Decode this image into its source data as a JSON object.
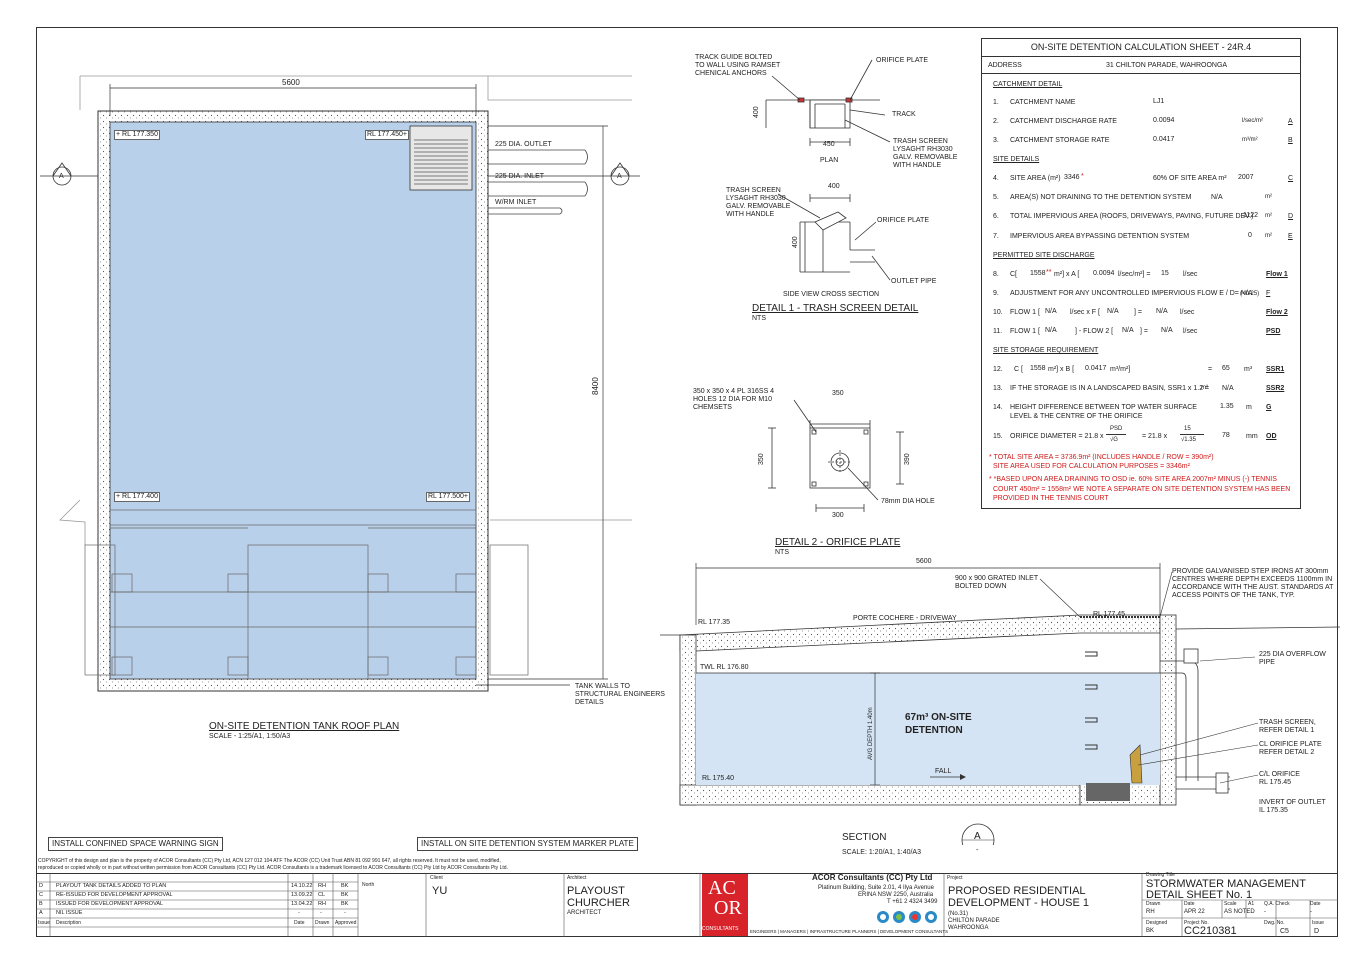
{
  "calc": {
    "title": "ON-SITE DETENTION CALCULATION SHEET - 24R.4",
    "address_label": "ADDRESS",
    "address": "31 CHILTON PARADE, WAHROONGA",
    "catchment_head": "CATCHMENT DETAIL",
    "c1": "1.",
    "c1_label": "CATCHMENT NAME",
    "c1_val": "LJ1",
    "c2": "2.",
    "c2_label": "CATCHMENT DISCHARGE RATE",
    "c2_val": "0.0094",
    "c2_unit": "l/sec/m²",
    "c2_ref": "A",
    "c3": "3.",
    "c3_label": "CATCHMENT STORAGE RATE",
    "c3_val": "0.0417",
    "c3_unit": "m³/m²",
    "c3_ref": "B",
    "site_head": "SITE DETAILS",
    "s4": "4.",
    "s4_label": "SITE AREA (m²)",
    "s4_val": "3346",
    "s4_star": "*",
    "s4_pct": "60% OF SITE AREA m²",
    "s4_val2": "2007",
    "s4_ref": "C",
    "s5": "5.",
    "s5_label": "AREA(S) NOT DRAINING TO THE DETENTION SYSTEM",
    "s5_val": "N/A",
    "s5_unit": "m²",
    "s6": "6.",
    "s6_label": "TOTAL IMPERVIOUS AREA (ROOFS, DRIVEWAYS, PAVING, FUTURE DEV.)",
    "s6_val": "1122",
    "s6_unit": "m²",
    "s6_ref": "D",
    "s7": "7.",
    "s7_label": "IMPERVIOUS AREA BYPASSING DETENTION SYSTEM",
    "s7_val": "0",
    "s7_unit": "m²",
    "s7_ref": "E",
    "psd_head": "PERMITTED SITE DISCHARGE",
    "p8": "8.",
    "p8_a": "C[",
    "p8_b": "1558",
    "p8_star": "**",
    "p8_c": "m²] x  A [",
    "p8_d": "0.0094",
    "p8_e": "l/sec/m²] =",
    "p8_f": "15",
    "p8_g": "l/sec",
    "p8_ref": "Flow 1",
    "p9": "9.",
    "p9_label": "ADJUSTMENT FOR ANY UNCONTROLLED IMPERVIOUS FLOW E / D= N/A",
    "p9_small": "(<0.25)",
    "p9_ref": "F",
    "p10": "10.",
    "p10_a": "FLOW 1 [",
    "p10_b": "N/A",
    "p10_c": "l/sec x F [",
    "p10_d": "N/A",
    "p10_e": "] =",
    "p10_f": "N/A",
    "p10_g": "l/sec",
    "p10_ref": "Flow 2",
    "p11": "11.",
    "p11_a": "FLOW 1 [",
    "p11_b": "N/A",
    "p11_c": "] - FLOW 2 [",
    "p11_d": "N/A",
    "p11_e": "] =",
    "p11_f": "N/A",
    "p11_g": "l/sec",
    "p11_ref": "PSD",
    "ssr_head": "SITE STORAGE REQUIREMENT",
    "r12": "12.",
    "r12_a": "C [",
    "r12_b": "1558",
    "r12_c": "m²] x B [",
    "r12_d": "0.0417",
    "r12_e": "m³/m²]",
    "r12_f": "=",
    "r12_g": "65",
    "r12_h": "m³",
    "r12_ref": "SSR1",
    "r13": "13.",
    "r13_label": "IF THE STORAGE IS IN A LANDSCAPED BASIN, SSR1 x 1.2 =",
    "r13_unit": "m³",
    "r13_val": "N/A",
    "r13_ref": "SSR2",
    "r14": "14.",
    "r14_label1": "HEIGHT DIFFERENCE BETWEEN TOP WATER SURFACE",
    "r14_label2": "LEVEL & THE CENTRE OF THE ORIFICE",
    "r14_val": "1.35",
    "r14_unit": "m",
    "r14_ref": "G",
    "r15": "15.",
    "r15_label": "ORIFICE DIAMETER  =  21.8 x",
    "r15_frac_top": "PSD",
    "r15_frac_bot": "√G",
    "r15_eq": "=  21.8 x",
    "r15_n_top": "15",
    "r15_n_bot": "√1.35",
    "r15_val": "78",
    "r15_unit": "mm",
    "r15_ref": "OD",
    "note1a": "* TOTAL SITE AREA = 3736.9m² (INCLUDES HANDLE / ROW = 390m²)",
    "note1b": "SITE AREA USED FOR CALCULATION PURPOSES = 3346m²",
    "note2a": "* *BASED UPON AREA DRAINING TO OSD ie. 60% SITE AREA 2007m² MINUS (-)  TENNIS",
    "note2b": "COURT  450m² = 1558m²  WE NOTE A SEPARATE ON SITE DETENTION SYSTEM HAS BEEN",
    "note2c": "PROVIDED IN THE TENNIS COURT"
  },
  "roof_plan": {
    "dim_width": "5600",
    "dim_height": "8400",
    "rl_tl": "+ RL 177.350",
    "rl_tr": "RL 177.450+",
    "rl_bl": "+ RL 177.400",
    "rl_br": "RL 177.500+",
    "outlet": "225 DIA. OUTLET",
    "inlet": "225 DIA. INLET",
    "wm_inlet": "W/RM INLET",
    "section_marker": "A",
    "tank_walls": "TANK WALLS TO\nSTRUCTURAL ENGINEERS\nDETAILS",
    "title": "ON-SITE DETENTION TANK  ROOF PLAN",
    "scale": "SCALE - 1:25/A1, 1:50/A3"
  },
  "detail1": {
    "track_guide": "TRACK GUIDE BOLTED\nTO WALL USING RAMSET\nCHENICAL ANCHORS",
    "orifice_plate": "ORIFICE PLATE",
    "track": "TRACK",
    "trash_screen": "TRASH SCREEN\nLYSAGHT RH3030\nGALV. REMOVABLE\nWITH HANDLE",
    "dim_400a": "400",
    "dim_450": "450",
    "plan": "PLAN",
    "trash_screen2": "TRASH SCREEN\nLYSAGHT RH3030\nGALV. REMOVABLE\nWITH HANDLE",
    "dim_400b": "400",
    "dim_400c": "400",
    "orifice_plate2": "ORIFICE PLATE",
    "outlet_pipe": "OUTLET PIPE",
    "side_view": "SIDE VIEW CROSS SECTION",
    "title": "DETAIL 1 - TRASH SCREEN DETAIL",
    "nts": "NTS"
  },
  "detail2": {
    "plate_note": "350 x 350 x 4 PL 316SS 4\nHOLES 12 DIA FOR M10\nCHEMSETS",
    "dim_350a": "350",
    "dim_350b": "350",
    "dim_390": "390",
    "dim_300": "300",
    "hole": "78mm DIA HOLE",
    "title": "DETAIL 2 - ORIFICE PLATE",
    "nts": "NTS"
  },
  "section": {
    "dim_5600": "5600",
    "grated_inlet": "900 x 900 GRATED INLET\nBOLTED DOWN",
    "step_irons": "PROVIDE GALVANISED STEP IRONS AT 300mm\nCENTRES WHERE DEPTH EXCEEDS 1100mm IN\nACCORDANCE WITH THE AUST. STANDARDS AT\nACCESS POINTS OF THE TANK, TYP.",
    "rl_17735": "RL 177.35",
    "porte": "PORTE COCHERE - DRIVEWAY",
    "rl_17745": "RL 177.45",
    "overflow": "225 DIA OVERFLOW\nPIPE",
    "twl": "TWL RL 176.80",
    "avg_depth": "AVG DEPTH 1.40m",
    "volume": "67m³ ON-SITE\nDETENTION",
    "trash_ref": "TRASH SCREEN,\nREFER DETAIL 1",
    "cl_orifice": "CL ORIFICE PLATE\nREFER DETAIL 2",
    "fall": "FALL",
    "rl_17540": "RL 175.40",
    "cl_orifice_rl": "C/L ORIFICE\nRL 175.45",
    "invert": "INVERT OF OUTLET\nIL 175.35",
    "title": "SECTION",
    "scale": "SCALE: 1:20/A1, 1:40/A3",
    "marker": "A",
    "marker_sub": "-"
  },
  "notes": {
    "confined": "INSTALL CONFINED SPACE WARNING SIGN",
    "marker_plate": "INSTALL ON SITE DETENTION SYSTEM MARKER PLATE",
    "copyright": "COPYRIGHT of this design and plan is the property of ACOR Consultants (CC) Pty Ltd, ACN 127 012 104 ATF The ACOR (CC) Unit Trust ABN 81 092 991 647, all rights reserved. It must not be used, modified,",
    "copyright2": "reproduced or copied wholly or in part without written permission from ACOR Consultants (CC) Pty Ltd. ACOR Consultants is a trademark licensed to ACOR Consultants (CC) Pty Ltd by ACOR Consultants Pty Ltd."
  },
  "revisions": {
    "rows": [
      {
        "issue": "D",
        "desc": "PLAYOUT TANK DETAILS ADDED TO PLAN",
        "date": "14.10.22",
        "drawn": "RH",
        "approved": "BK"
      },
      {
        "issue": "C",
        "desc": "RE-ISSUED FOR DEVELOPMENT APPROVAL",
        "date": "13.09.22",
        "drawn": "CL",
        "approved": "BK"
      },
      {
        "issue": "B",
        "desc": "ISSUED FOR DEVELOPMENT APPROVAL",
        "date": "13.04.22",
        "drawn": "RH",
        "approved": "BK"
      },
      {
        "issue": "A",
        "desc": "NIL ISSUE",
        "date": "-",
        "drawn": "-",
        "approved": "-"
      }
    ],
    "h_issue": "Issue",
    "h_desc": "Description",
    "h_date": "Date",
    "h_drawn": "Drawn",
    "h_approved": "Approved",
    "north": "North"
  },
  "title_block": {
    "client_label": "Client",
    "client": "YU",
    "architect_label": "Architect",
    "architect1": "PLAYOUST",
    "architect2": "CHURCHER",
    "architect3": "ARCHITECT",
    "logo_top": "AC",
    "logo_bot": "OR",
    "logo_word": "CONSULTANTS",
    "company": "ACOR Consultants (CC) Pty Ltd",
    "addr1": "Platinum Building, Suite 2.01, 4 Ilya Avenue",
    "addr2": "ERINA NSW 2250, Australia",
    "addr3": "T +61 2 4324 3499",
    "disciplines": "ENGINEERS | MANAGERS | INFRASTRUCTURE PLANNERS | DEVELOPMENT CONSULTANTS",
    "project_label": "Project",
    "project1": "PROPOSED RESIDENTIAL",
    "project2": "DEVELOPMENT - HOUSE 1",
    "project3": "(No.31)",
    "project4": "CHILTON PARADE",
    "project5": "WAHROONGA",
    "drawing_title_label": "Drawing Title",
    "drawing_title1": "STORMWATER MANAGEMENT",
    "drawing_title2": "DETAIL SHEET No. 1",
    "drawn_label": "Drawn",
    "drawn": "RH",
    "date_label": "Date",
    "date": "APR 22",
    "scale_label": "Scale",
    "scale": "AS NOTED",
    "a1_label": "A1",
    "qa_label": "Q.A. Check",
    "qa": "-",
    "date2_label": "Date",
    "date2": "-",
    "designed_label": "Designed",
    "designed": "BK",
    "project_no_label": "Project No.",
    "project_no": "CC210381",
    "dwg_no_label": "Dwg. No.",
    "dwg_no": "C5",
    "issue_label": "Issue",
    "issue": "D"
  }
}
